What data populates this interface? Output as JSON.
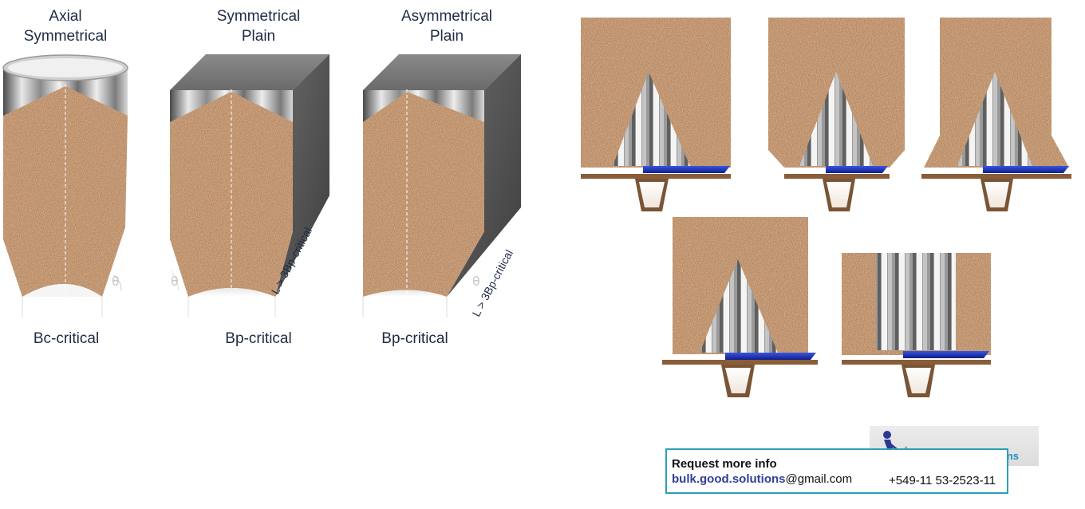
{
  "silo_labels": {
    "axial_line1": "Axial",
    "axial_line2": "Symmetrical",
    "sym_line1": "Symmetrical",
    "sym_line2": "Plain",
    "asym_line1": "Asymmetrical",
    "asym_line2": "Plain"
  },
  "outlet_labels": {
    "axial": "Bc-critical",
    "sym": "Bp-critical",
    "asym": "Bp-critical"
  },
  "length_labels": {
    "sym": "L > 3Bp-critical",
    "asym": "L > 3Bp-critical"
  },
  "theta_symbol": "θ",
  "contact": {
    "title": "Request more info",
    "email_user": "bulk.good.solutions",
    "email_domain": "@gmail.com",
    "phone": "+549-11 53-2523-11"
  },
  "brand": {
    "name": "bulk-good-solutions",
    "logo_icon": "worker-shovel-icon"
  },
  "colors": {
    "material": "#b4835c",
    "conveyor": "#1a2fb0",
    "frame": "#7a5535",
    "steel_dark": "#555555",
    "accent": "#2aa0b8"
  }
}
